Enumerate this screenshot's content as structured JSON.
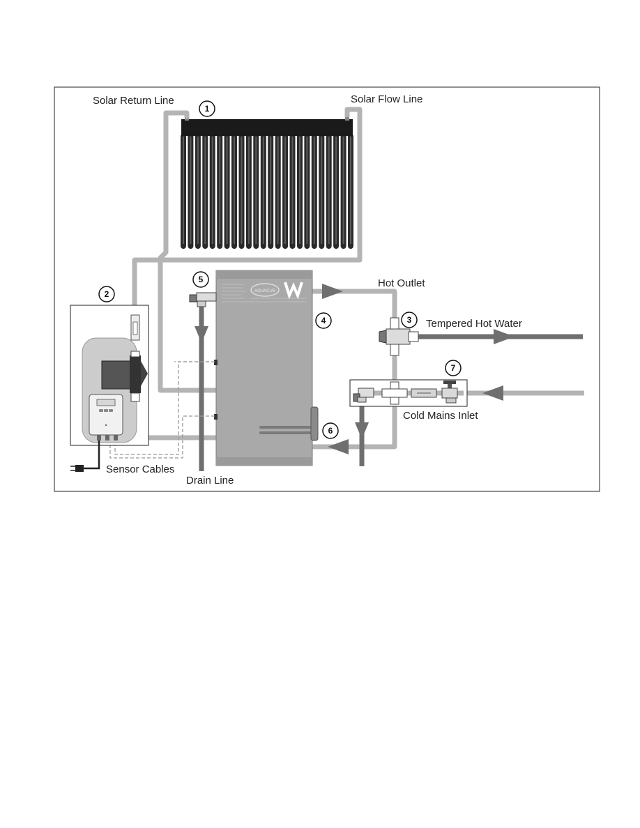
{
  "labels": {
    "solar_return": "Solar Return Line",
    "solar_flow": "Solar Flow Line",
    "hot_outlet": "Hot Outlet",
    "tempered_hot_water": "Tempered Hot Water",
    "cold_mains_inlet": "Cold Mains Inlet",
    "sensor_cables": "Sensor Cables",
    "drain_line": "Drain Line"
  },
  "callouts": [
    "1",
    "2",
    "3",
    "4",
    "5",
    "6",
    "7"
  ],
  "tank_brand": "AQUACUS",
  "controller_display": "",
  "colors": {
    "frame": "#222222",
    "pipe_light": "#b4b4b4",
    "pipe_dark": "#6f6f6f",
    "tank": "#a9a9a9",
    "collector": "#1a1a1a",
    "sensor_cable": "#999999"
  }
}
